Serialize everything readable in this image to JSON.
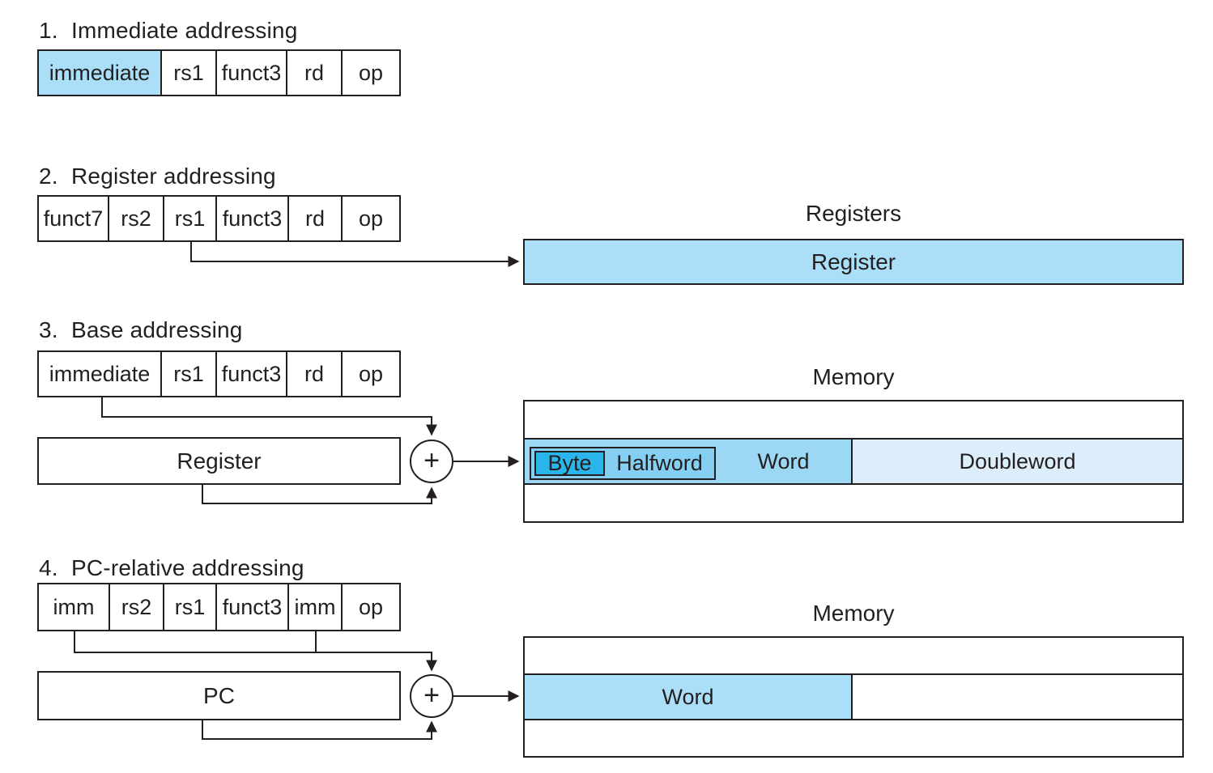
{
  "colors": {
    "light_blue": "#abdff7",
    "medium_blue": "#9cd8f4",
    "halfword_blue": "#85cff2",
    "byte_blue": "#2ab5eb",
    "pale_blue": "#dceefa",
    "line": "#231f20"
  },
  "s1": {
    "number": "1.",
    "title": "Immediate addressing",
    "fields": [
      "immediate",
      "rs1",
      "funct3",
      "rd",
      "op"
    ]
  },
  "s2": {
    "number": "2.",
    "title": "Register addressing",
    "fields": [
      "funct7",
      "rs2",
      "rs1",
      "funct3",
      "rd",
      "op"
    ],
    "register_file_title": "Registers",
    "register_label": "Register"
  },
  "s3": {
    "number": "3.",
    "title": "Base addressing",
    "fields": [
      "immediate",
      "rs1",
      "funct3",
      "rd",
      "op"
    ],
    "register_label": "Register",
    "plus_sign": "+",
    "memory_title": "Memory",
    "memory_cells": {
      "byte": "Byte",
      "halfword": "Halfword",
      "word": "Word",
      "doubleword": "Doubleword"
    }
  },
  "s4": {
    "number": "4.",
    "title": "PC-relative addressing",
    "fields": [
      "imm",
      "rs2",
      "rs1",
      "funct3",
      "imm",
      "op"
    ],
    "pc_label": "PC",
    "plus_sign": "+",
    "memory_title": "Memory",
    "memory_cells": {
      "word": "Word"
    }
  }
}
